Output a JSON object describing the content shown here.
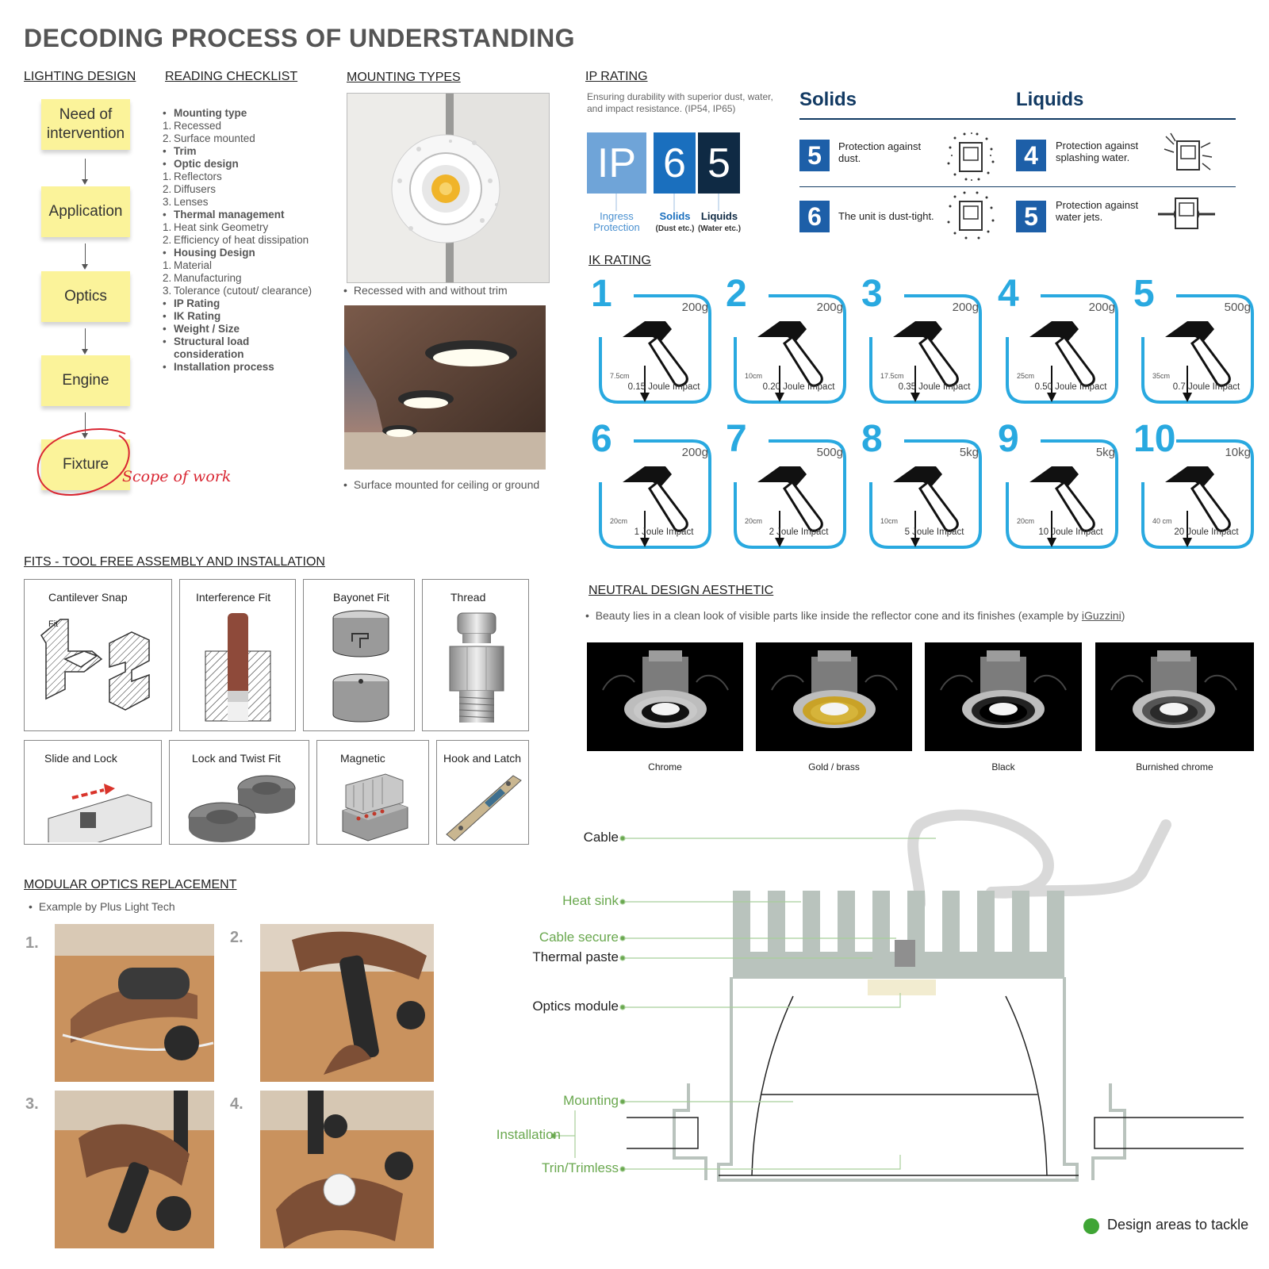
{
  "title": "DECODING PROCESS OF UNDERSTANDING",
  "sections": {
    "lighting_design": "LIGHTING DESIGN",
    "reading_checklist": "READING CHECKLIST",
    "mounting_types": "MOUNTING  TYPES",
    "ip_rating": "IP RATING",
    "ik_rating": "IK RATING",
    "fits": "FITS - TOOL FREE ASSEMBLY AND INSTALLATION",
    "neutral": "NEUTRAL DESIGN AESTHETIC",
    "modular": "MODULAR OPTICS REPLACEMENT"
  },
  "flow": {
    "steps": [
      "Need of intervention",
      "Application",
      "Optics",
      "Engine",
      "Fixture"
    ],
    "scope_label": "Scope of work",
    "colors": {
      "note": "#fbf39a",
      "circle": "#d92632"
    }
  },
  "checklist": [
    {
      "marker": "•",
      "text": "Mounting type",
      "bold": true
    },
    {
      "marker": "1.",
      "text": "Recessed",
      "bold": false
    },
    {
      "marker": "2.",
      "text": "Surface mounted",
      "bold": false
    },
    {
      "marker": "•",
      "text": "Trim",
      "bold": true
    },
    {
      "marker": "•",
      "text": "Optic design",
      "bold": true
    },
    {
      "marker": "1.",
      "text": "Reflectors",
      "bold": false
    },
    {
      "marker": "2.",
      "text": "Diffusers",
      "bold": false
    },
    {
      "marker": "3.",
      "text": "Lenses",
      "bold": false
    },
    {
      "marker": "•",
      "text": "Thermal management",
      "bold": true
    },
    {
      "marker": "1.",
      "text": "Heat sink Geometry",
      "bold": false
    },
    {
      "marker": "2.",
      "text": "Efficiency of heat dissipation",
      "bold": false
    },
    {
      "marker": "•",
      "text": "Housing Design",
      "bold": true
    },
    {
      "marker": "1.",
      "text": "Material",
      "bold": false
    },
    {
      "marker": "2.",
      "text": "Manufacturing",
      "bold": false
    },
    {
      "marker": "3.",
      "text": "Tolerance (cutout/ clearance)",
      "bold": false
    },
    {
      "marker": "•",
      "text": "IP Rating",
      "bold": true
    },
    {
      "marker": "•",
      "text": "IK Rating",
      "bold": true
    },
    {
      "marker": "•",
      "text": "Weight / Size",
      "bold": true
    },
    {
      "marker": "•",
      "text": "Structural load consideration",
      "bold": true
    },
    {
      "marker": "•",
      "text": "Installation process",
      "bold": true
    }
  ],
  "mounting": {
    "recessed_caption": "Recessed with and without trim",
    "surface_caption": "Surface mounted for ceiling or ground"
  },
  "ip": {
    "description": "Ensuring durability with superior dust, water, and impact resistance. (IP54, IP65)",
    "boxes": [
      "IP",
      "6",
      "5"
    ],
    "labels": {
      "ingress": "Ingress Protection",
      "solids": "Solids",
      "solids_sub": "(Dust etc.)",
      "liquids": "Liquids",
      "liquids_sub": "(Water etc.)"
    },
    "solids_header": "Solids",
    "liquids_header": "Liquids",
    "rows": [
      {
        "solid_num": "5",
        "solid_text": "Protection against dust.",
        "liquid_num": "4",
        "liquid_text": "Protection against splashing water."
      },
      {
        "solid_num": "6",
        "solid_text": "The unit is dust-tight.",
        "liquid_num": "5",
        "liquid_text": "Protection against water jets."
      }
    ],
    "colors": {
      "ip_box": "#6fa4d8",
      "six_box": "#1a6fbe",
      "five_box": "#0f2a44",
      "num_box": "#1d5fa8"
    }
  },
  "ik": {
    "accent": "#29a9e0",
    "cards": [
      {
        "num": "1",
        "weight": "200g",
        "drop": "7.5cm",
        "joule": "0.15 Joule Impact"
      },
      {
        "num": "2",
        "weight": "200g",
        "drop": "10cm",
        "joule": "0.20 Joule Impact"
      },
      {
        "num": "3",
        "weight": "200g",
        "drop": "17.5cm",
        "joule": "0.35 Joule Impact"
      },
      {
        "num": "4",
        "weight": "200g",
        "drop": "25cm",
        "joule": "0.50 Joule Impact"
      },
      {
        "num": "5",
        "weight": "500g",
        "drop": "35cm",
        "joule": "0.7 Joule Impact"
      },
      {
        "num": "6",
        "weight": "200g",
        "drop": "20cm",
        "joule": "1 Joule Impact"
      },
      {
        "num": "7",
        "weight": "500g",
        "drop": "20cm",
        "joule": "2 Joule Impact"
      },
      {
        "num": "8",
        "weight": "5kg",
        "drop": "10cm",
        "joule": "5 Joule Impact"
      },
      {
        "num": "9",
        "weight": "5kg",
        "drop": "20cm",
        "joule": "10 Joule Impact"
      },
      {
        "num": "10",
        "weight": "10kg",
        "drop": "40 cm",
        "joule": "20 Joule Impact"
      }
    ]
  },
  "fits": {
    "row1": [
      "Cantilever Snap",
      "Interference Fit",
      "Bayonet Fit",
      "Thread"
    ],
    "row2": [
      "Slide and Lock",
      "Lock and Twist Fit",
      "Magnetic",
      "Hook and Latch"
    ],
    "cantilever_small": "Fit"
  },
  "neutral": {
    "desc_prefix": "Beauty lies in a clean look of visible parts like inside the reflector cone and its finishes (example by ",
    "desc_link": "iGuzzini",
    "desc_suffix": ")",
    "finishes": [
      "Chrome",
      "Gold / brass",
      "Black",
      "Burnished chrome"
    ]
  },
  "modular": {
    "example": "Example by Plus Light Tech",
    "steps": [
      "1.",
      "2.",
      "3.",
      "4."
    ]
  },
  "diagram": {
    "labels": {
      "cable": "Cable",
      "heat_sink": "Heat sink",
      "cable_secure": "Cable secure",
      "thermal_paste": "Thermal paste",
      "optics_module": "Optics module",
      "mounting": "Mounting",
      "installation": "Installation",
      "trim": "Trin/Trimless"
    },
    "legend": "Design areas to tackle",
    "colors": {
      "green": "#6aa84f",
      "heatsink": "#b9c3bd",
      "paste": "#f2ecd0"
    }
  }
}
